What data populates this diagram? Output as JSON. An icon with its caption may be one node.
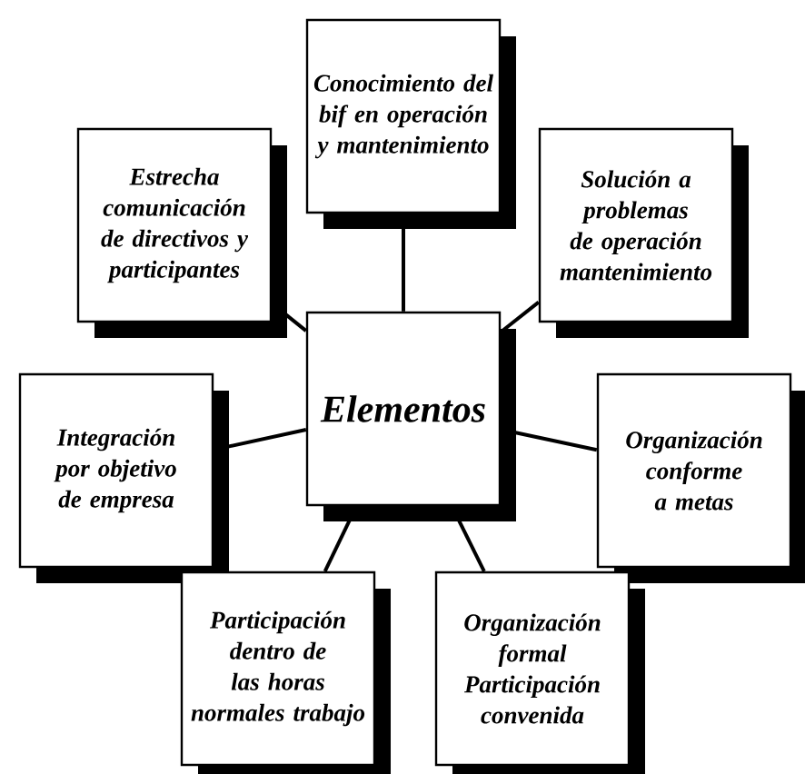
{
  "diagram": {
    "nodes": [
      {
        "text": [
          "Elementos"
        ]
      },
      {
        "text": [
          "Conocimiento del bif en operación y mantenimiento"
        ]
      },
      {
        "text": [
          "Estrecha comunicación de directivos y participantes"
        ]
      },
      {
        "text": [
          "Solución a problemas de operación mantenimiento"
        ]
      },
      {
        "text": [
          "Integración por objetivo de empresa"
        ]
      },
      {
        "text": [
          "Organización conforme a metas"
        ]
      },
      {
        "text": [
          "Participación dentro de las horas normales trabajo"
        ]
      },
      {
        "text": [
          "Organización formal Participación convenida"
        ]
      }
    ],
    "edges": [
      {
        "from": 0,
        "to": 1,
        "arrow": "none"
      },
      {
        "from": 0,
        "to": 2,
        "arrow": "none"
      },
      {
        "from": 0,
        "to": 3,
        "arrow": "none"
      },
      {
        "from": 0,
        "to": 4,
        "arrow": "none"
      },
      {
        "from": 0,
        "to": 5,
        "arrow": "none"
      },
      {
        "from": 0,
        "to": 6,
        "arrow": "none"
      },
      {
        "from": 0,
        "to": 7,
        "arrow": "none"
      }
    ]
  }
}
